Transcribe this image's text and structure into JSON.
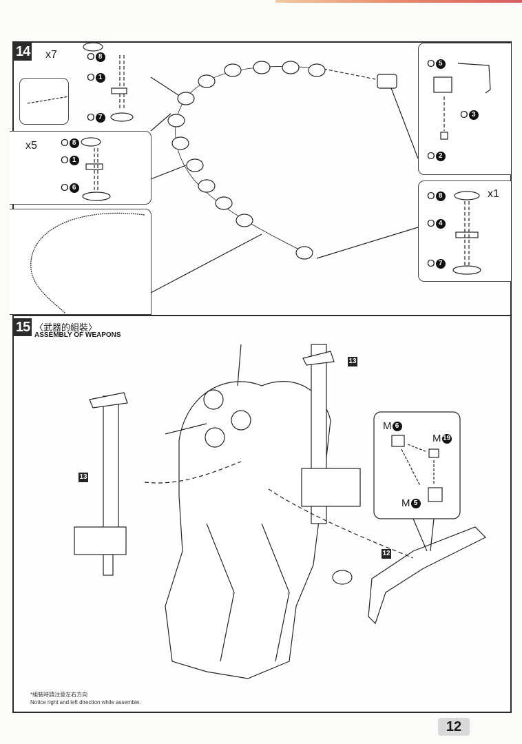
{
  "page_number": "12",
  "step14": {
    "number": "14",
    "panel_x7": {
      "multiplier": "x7",
      "parts": [
        {
          "letter": "O",
          "num": "8"
        },
        {
          "letter": "O",
          "num": "1"
        },
        {
          "letter": "O",
          "num": "7"
        }
      ]
    },
    "panel_x5": {
      "multiplier": "x5",
      "parts": [
        {
          "letter": "O",
          "num": "8"
        },
        {
          "letter": "O",
          "num": "1"
        },
        {
          "letter": "O",
          "num": "6"
        }
      ]
    },
    "panel_end": {
      "parts": [
        {
          "letter": "O",
          "num": "5"
        },
        {
          "letter": "O",
          "num": "3"
        },
        {
          "letter": "O",
          "num": "2"
        }
      ]
    },
    "panel_x1": {
      "multiplier": "x1",
      "parts": [
        {
          "letter": "O",
          "num": "8"
        },
        {
          "letter": "O",
          "num": "4"
        },
        {
          "letter": "O",
          "num": "7"
        }
      ]
    }
  },
  "step15": {
    "number": "15",
    "title_cn": "〈武器的組裝〉",
    "title_en": "ASSEMBLY OF WEAPONS",
    "part_tags": [
      "13",
      "13",
      "12"
    ],
    "detail_parts": [
      {
        "letter": "M",
        "num": "6"
      },
      {
        "letter": "M",
        "num": "19"
      },
      {
        "letter": "M",
        "num": "5"
      }
    ],
    "note_cn": "*組裝時請注意左右方向",
    "note_en": "Notice right and left direction while assemble."
  }
}
